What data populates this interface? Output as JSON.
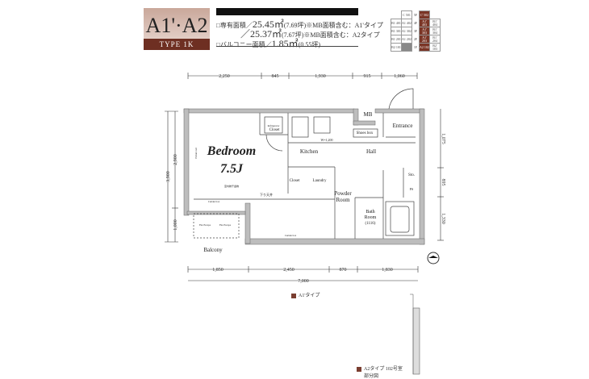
{
  "header": {
    "title": "A1'·A2",
    "type_label": "TYPE 1K",
    "area1_label": "□専有面積／",
    "area1_value": "25.45㎡",
    "area1_note": "(7.69坪)※MB面積含む：A1'タイプ",
    "area2_value": "／25.37㎡",
    "area2_note": "(7.67坪)※MB面積含む：A2タイプ",
    "balcony_label": "□バルコニー面積／",
    "balcony_value": "1.85㎡",
    "balcony_note": "(0.55坪)"
  },
  "floor_table": {
    "rows": [
      {
        "floor": "5F",
        "cells": [
          "",
          "C 501",
          "C' 502",
          ""
        ]
      },
      {
        "floor": "4F",
        "cells": [
          "B1 401",
          "A1 402",
          "A1' 403",
          "B1' 404"
        ]
      },
      {
        "floor": "3F",
        "cells": [
          "B1 301",
          "A1 302",
          "A1' 303",
          "B1' 304"
        ]
      },
      {
        "floor": "2F",
        "cells": [
          "B1 201",
          "A1 202",
          "A1' 203",
          "B1' 204"
        ]
      },
      {
        "floor": "1F",
        "cells": [
          "B2 101",
          "",
          "A2 102",
          "B2' 103"
        ]
      }
    ]
  },
  "rooms": {
    "bedroom": "Bedroom",
    "bedroom_size": "7.5J",
    "closet1": "Closet",
    "closet2": "Closet",
    "refrigerator": "Refrigerator",
    "kitchen": "Kitchen",
    "hall": "Hall",
    "entrance": "Entrance",
    "shoes_box": "Shoes box",
    "mb": "MB",
    "w": "W=1,200",
    "laundry": "Laundry",
    "powder": "Powder",
    "powder2": "Room",
    "bath1": "Bath",
    "bath2": "Room",
    "bath3": "(1116)",
    "sto": "Sto.",
    "ps": "PS",
    "balcony": "Balcony",
    "picture_rail": "Picture rail",
    "indoor_dryer": "室内物干金物",
    "ceiling": "下り天井",
    "curtain1": "Curtain box",
    "curtain2": "Curtain box",
    "fire1": "Fire Escape",
    "fire2": "Fire Escape"
  },
  "dimensions": {
    "top": [
      "2,250",
      "845",
      "1,930",
      "915",
      "1,060"
    ],
    "bottom": [
      "1,850",
      "2,450",
      "870",
      "1,830"
    ],
    "total": "7,000",
    "left_total": "3,900",
    "left": [
      "2,900",
      "1,000"
    ],
    "right": [
      "1,075",
      "895",
      "1,330"
    ]
  },
  "legend": {
    "a1": "A1'タイプ",
    "a2": "A2タイプ 102号室",
    "a2b": "部分図"
  },
  "colors": {
    "accent": "#7a3526",
    "wall": "#bdbdbd"
  }
}
